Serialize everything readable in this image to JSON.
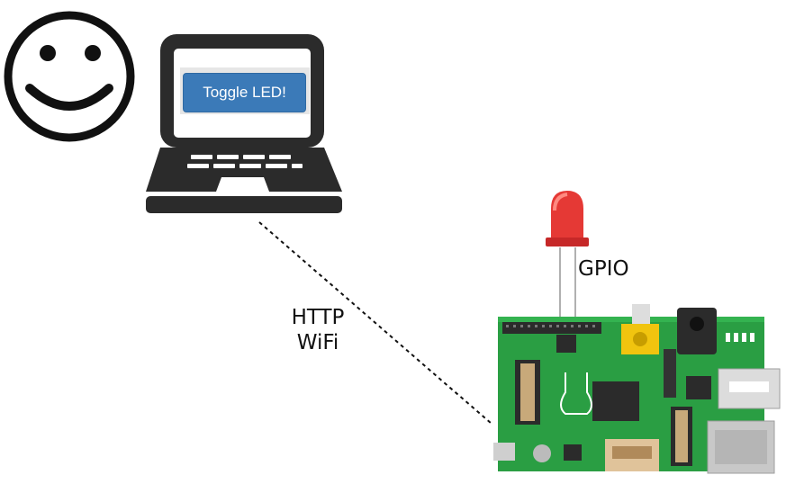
{
  "laptop": {
    "button_label": "Toggle LED!"
  },
  "connection": {
    "line1": "HTTP",
    "line2": "WiFi"
  },
  "led": {
    "label": "GPIO"
  },
  "colors": {
    "button": "#3b7ab8",
    "board": "#2a9e43",
    "led": "#e53935",
    "outline": "#111111"
  }
}
